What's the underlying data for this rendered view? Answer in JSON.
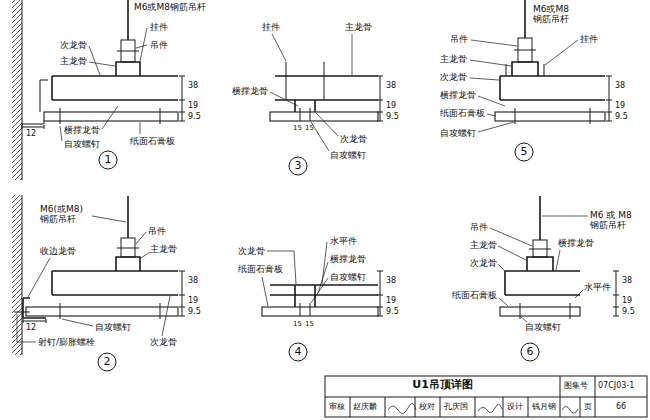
{
  "diagram": {
    "title": "U1吊顶详图",
    "nodes": [
      {
        "text": [
          "1"
        ]
      },
      {
        "text": [
          "3"
        ]
      },
      {
        "text": [
          "5"
        ]
      },
      {
        "text": [
          "2"
        ]
      },
      {
        "text": [
          "4"
        ]
      },
      {
        "text": [
          "6"
        ]
      }
    ],
    "labels": [
      "M6或M8钢筋吊杆",
      "挂件",
      "吊件",
      "次龙骨",
      "主龙骨",
      "38",
      "19",
      "9.5",
      "12",
      "横撑龙骨",
      "自攻螺钉",
      "纸面石膏板",
      "挂件",
      "主龙骨",
      "横撑龙骨",
      "38",
      "19",
      "9.5",
      "15",
      "15",
      "次龙骨",
      "自攻螺钉",
      "M6或M8 钢筋吊杆",
      "吊件",
      "挂件",
      "主龙骨",
      "次龙骨",
      "横撑龙骨",
      "纸面石膏板",
      "自攻螺钉",
      "38",
      "19",
      "9.5",
      "M6(或M8) 钢筋吊杆",
      "吊件",
      "收边龙骨",
      "主龙骨",
      "38",
      "19",
      "9.5",
      "12",
      "自攻螺钉",
      "射钉/膨胀螺栓",
      "次龙骨",
      "次龙骨",
      "水平件",
      "纸面石膏板",
      "横撑龙骨",
      "自攻螺钉",
      "38",
      "19",
      "9.5",
      "15",
      "15",
      "吊件",
      "M6 或 M8 钢筋吊杆",
      "主龙骨",
      "横撑龙骨",
      "次龙骨",
      "水平件",
      "纸面石膏板",
      "自攻螺钉",
      "38",
      "19",
      "9.5",
      "图集号",
      "07CJ03-1",
      "审核",
      "赵庆麟",
      "校对",
      "孔庆国",
      "设计",
      "钱月钢",
      "页",
      "66"
    ]
  }
}
